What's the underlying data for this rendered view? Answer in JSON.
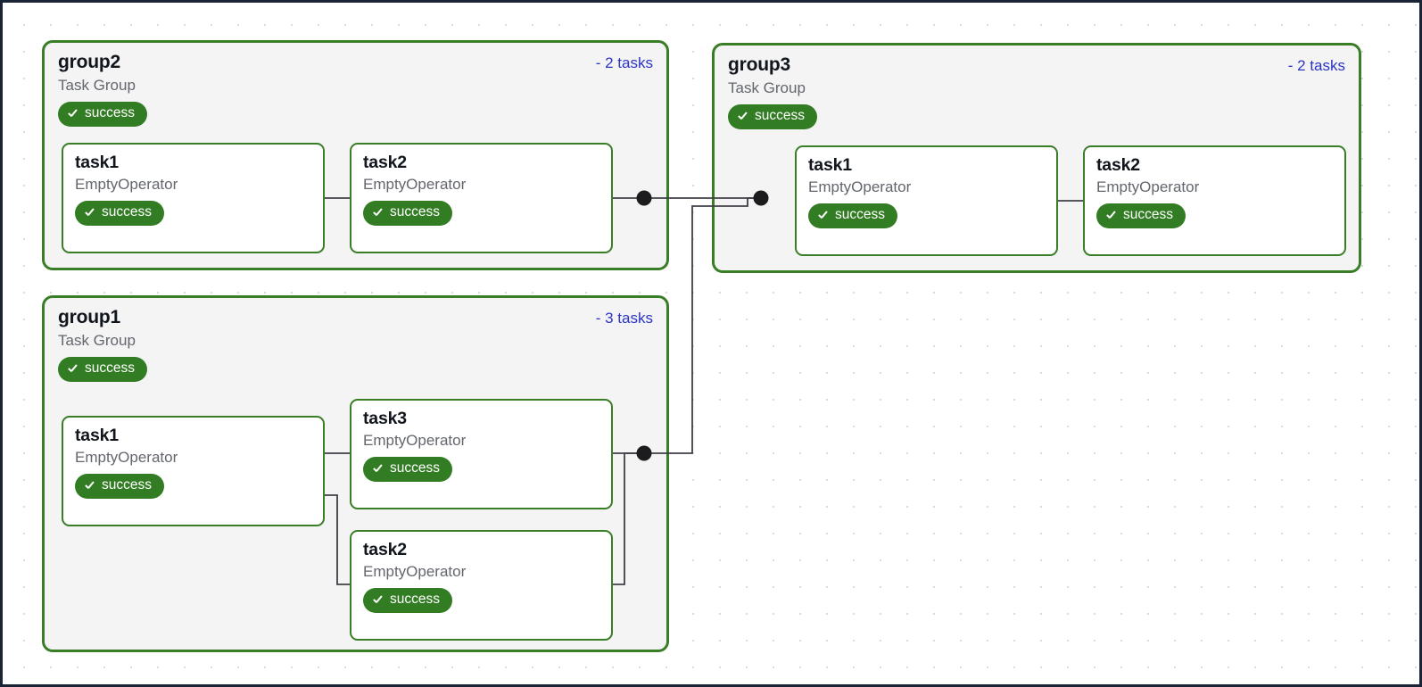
{
  "canvas": {
    "background": "#ffffff",
    "border_color": "#1b2436",
    "grid_dot_color": "#d4d4d8"
  },
  "colors": {
    "group_border": "#3a7d27",
    "group_fill": "#f4f4f4",
    "task_border": "#3a7d27",
    "task_fill": "#ffffff",
    "success_green": "#327d23",
    "count_blue": "#2b35c4",
    "muted_text": "#63666d",
    "title_text": "#11151c",
    "edge_stroke": "#3f3f46",
    "edge_dot": "#1c1c1f"
  },
  "groups": [
    {
      "id": "group2",
      "title": "group2",
      "subtitle": "Task Group",
      "status": "success",
      "count_label": "- 2 tasks",
      "tasks": [
        {
          "id": "group2-task1",
          "title": "task1",
          "operator": "EmptyOperator",
          "status": "success"
        },
        {
          "id": "group2-task2",
          "title": "task2",
          "operator": "EmptyOperator",
          "status": "success"
        }
      ]
    },
    {
      "id": "group3",
      "title": "group3",
      "subtitle": "Task Group",
      "status": "success",
      "count_label": "- 2 tasks",
      "tasks": [
        {
          "id": "group3-task1",
          "title": "task1",
          "operator": "EmptyOperator",
          "status": "success"
        },
        {
          "id": "group3-task2",
          "title": "task2",
          "operator": "EmptyOperator",
          "status": "success"
        }
      ]
    },
    {
      "id": "group1",
      "title": "group1",
      "subtitle": "Task Group",
      "status": "success",
      "count_label": "- 3 tasks",
      "tasks": [
        {
          "id": "group1-task1",
          "title": "task1",
          "operator": "EmptyOperator",
          "status": "success"
        },
        {
          "id": "group1-task3",
          "title": "task3",
          "operator": "EmptyOperator",
          "status": "success"
        },
        {
          "id": "group1-task2",
          "title": "task2",
          "operator": "EmptyOperator",
          "status": "success"
        }
      ]
    }
  ]
}
